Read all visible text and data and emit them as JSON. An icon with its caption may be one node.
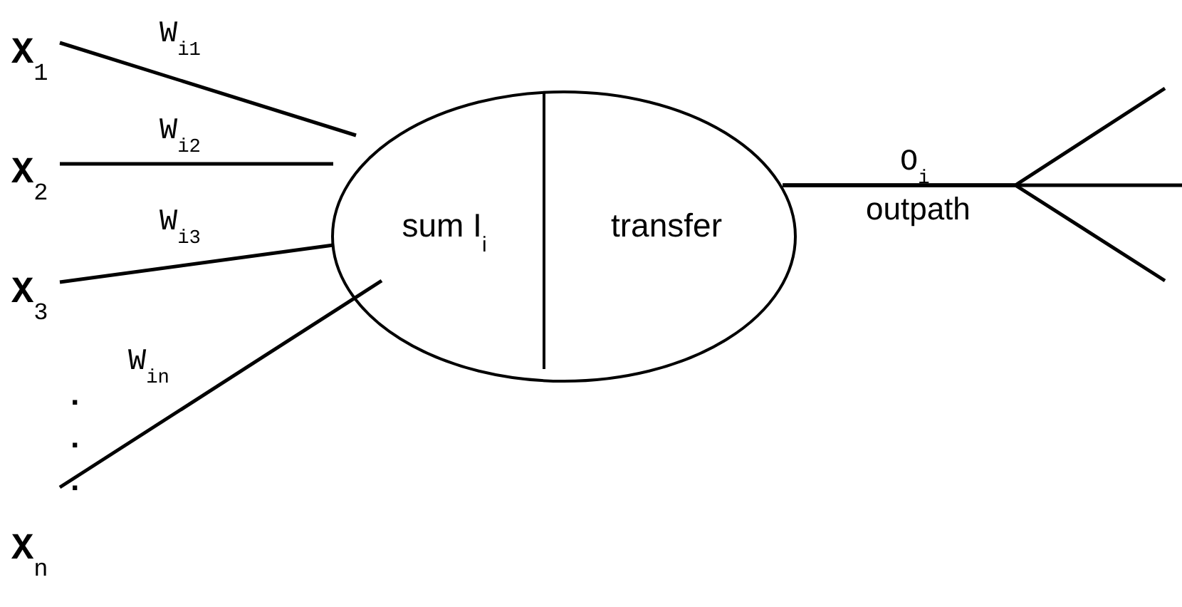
{
  "diagram": {
    "nodes": [
      {
        "text": [
          "X$_{1}$"
        ]
      },
      {
        "text": [
          "X$_{2}$"
        ]
      },
      {
        "text": [
          "X$_{3}$"
        ]
      },
      {
        "text": [
          "X$_{n}$"
        ]
      },
      {
        "text": [
          "sum I$_{i}$",
          "transfer"
        ]
      }
    ],
    "edges": [
      {
        "from": 0,
        "to": 4,
        "arrow": "none",
        "label": "W$_{i1}$"
      },
      {
        "from": 1,
        "to": 4,
        "arrow": "none",
        "label": "W$_{i2}$"
      },
      {
        "from": 2,
        "to": 4,
        "arrow": "none",
        "label": "W$_{i3}$"
      },
      {
        "from": 3,
        "to": 4,
        "arrow": "none",
        "label": "W$_{in}$"
      },
      {
        "from": 4,
        "to": null,
        "arrow": "none",
        "label": "O$_{i}$"
      },
      {
        "from": 4,
        "to": null,
        "arrow": "none"
      },
      {
        "from": 4,
        "to": null,
        "arrow": "none"
      }
    ],
    "labels": [
      ".",
      ".",
      ".",
      "outpath"
    ]
  }
}
